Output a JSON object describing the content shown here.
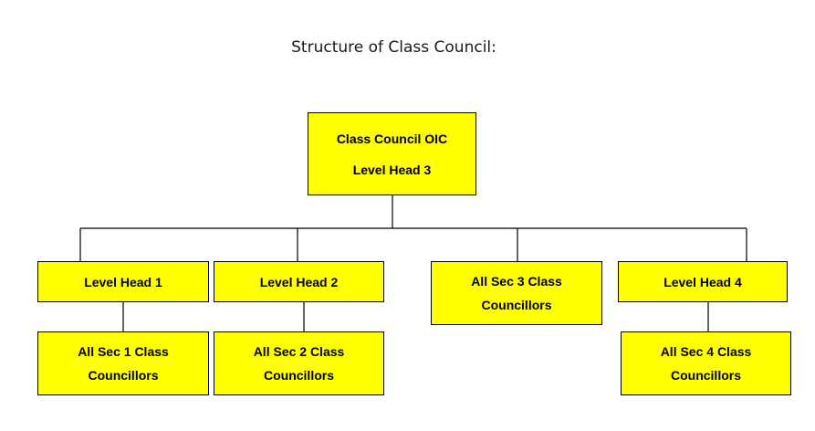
{
  "title": "Structure of Class Council:",
  "colors": {
    "box_fill": "#FFFF00",
    "box_border": "#000000",
    "connector": "#000000"
  },
  "nodes": {
    "oic": {
      "line1": "Class Council OIC",
      "line2": "Level Head 3"
    },
    "level_head_1": {
      "label": "Level Head 1"
    },
    "level_head_2": {
      "label": "Level Head 2"
    },
    "sec3": {
      "line1": "All Sec 3 Class",
      "line2": "Councillors"
    },
    "level_head_4": {
      "label": "Level Head 4"
    },
    "sec1": {
      "line1": "All Sec 1 Class",
      "line2": "Councillors"
    },
    "sec2": {
      "line1": "All Sec 2 Class",
      "line2": "Councillors"
    },
    "sec4": {
      "line1": "All Sec 4 Class",
      "line2": "Councillors"
    }
  }
}
